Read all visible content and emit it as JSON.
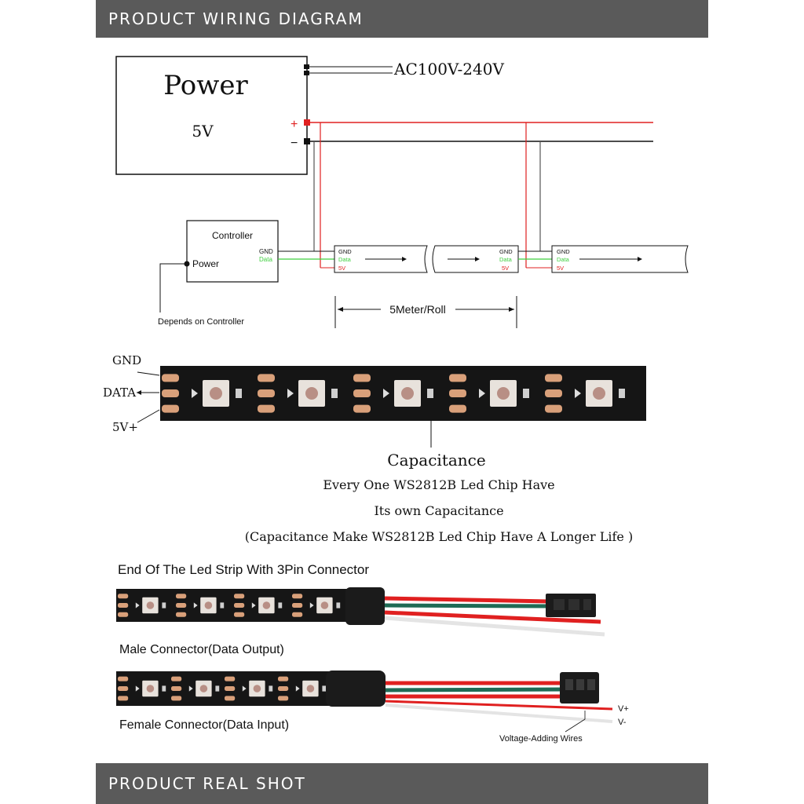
{
  "header": {
    "title": "PRODUCT WIRING DIAGRAM"
  },
  "footer": {
    "title": "PRODUCT REAL SHOT"
  },
  "power": {
    "title": "Power",
    "voltage": "5V",
    "ac_label": "AC100V-240V",
    "plus": "+",
    "minus": "−"
  },
  "controller": {
    "title": "Controller",
    "power_label": "Power",
    "gnd": "GND",
    "data": "Data",
    "note": "Depends on Controller"
  },
  "strip_pins": {
    "gnd": "GND",
    "data": "Data",
    "v5": "5V"
  },
  "roll_label": "5Meter/Roll",
  "strip_labels": {
    "gnd": "GND",
    "data": "DATA",
    "v5": "5V+"
  },
  "capacitance": {
    "title": "Capacitance",
    "line1": "Every One WS2812B Led Chip Have",
    "line2": "Its own Capacitance",
    "line3": "(Capacitance Make WS2812B Led Chip Have A Longer Life )"
  },
  "connectors": {
    "heading": "End Of The Led Strip With 3Pin Connector",
    "male_label": "Male Connector(Data Output)",
    "female_label": "Female Connector(Data Input)",
    "v_plus": "V+",
    "v_minus": "V-",
    "voltage_wires": "Voltage-Adding Wires"
  },
  "colors": {
    "power_red": "#e02020",
    "ground_black": "#111111",
    "data_green": "#3fcf3f",
    "strip_black": "#151515",
    "pad_copper": "#d9a07a",
    "banner": "#5a5a5a"
  }
}
